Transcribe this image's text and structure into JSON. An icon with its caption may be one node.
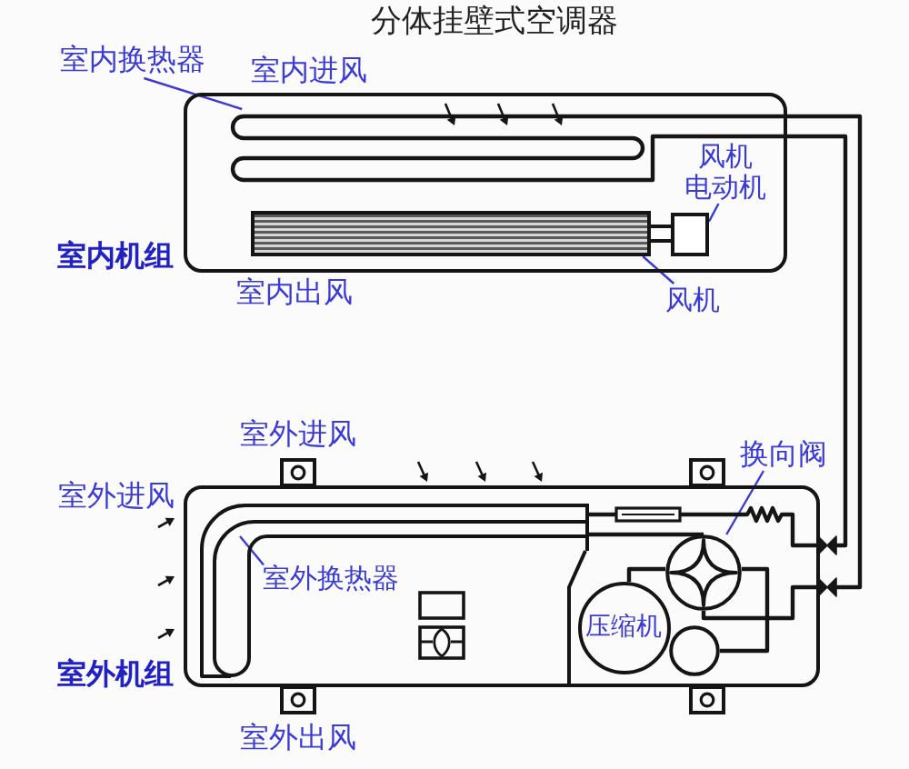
{
  "diagram": {
    "title": "分体挂壁式空调器",
    "nodes": [
      {
        "text": [
          "室内机组"
        ]
      },
      {
        "text": [
          "室内换热器"
        ]
      },
      {
        "text": [],
        "shape": "picture",
        "in": 0
      },
      {
        "text": [
          "风机电动机"
        ],
        "in": 0
      },
      {
        "text": [],
        "shape": "box",
        "in": 0
      },
      {
        "text": [],
        "shape": "bar",
        "in": 0
      },
      {
        "text": [
          "风机"
        ]
      },
      {
        "text": [
          "室外机组"
        ]
      },
      {
        "text": [
          "室外换热器"
        ],
        "in": 9
      },
      {
        "text": [],
        "shape": "picture",
        "in": 7
      },
      {
        "text": [
          "换向阀"
        ]
      },
      {
        "text": [],
        "shape": "circle",
        "in": 7
      },
      {
        "text": [
          "压缩机"
        ],
        "in": 7
      },
      {
        "text": [],
        "shape": "circle",
        "in": 7
      },
      {
        "text": [],
        "shape": "valve"
      },
      {
        "text": [],
        "shape": "valve"
      }
    ],
    "edges": [
      {
        "from": 1,
        "to": 2,
        "arrow": "none",
        "color": "#3a3ad6"
      },
      {
        "from": 3,
        "to": 4,
        "arrow": "none",
        "color": "#3a3ad6"
      },
      {
        "from": 6,
        "to": 5,
        "arrow": "none",
        "color": "#3a3ad6"
      },
      {
        "from": 5,
        "to": 4,
        "arrow": "none"
      },
      {
        "from": 2,
        "to": 15,
        "arrow": "none"
      },
      {
        "from": 2,
        "to": 14,
        "arrow": "none"
      },
      {
        "from": 8,
        "to": 9,
        "arrow": "none",
        "color": "#3a3ad6"
      },
      {
        "from": 10,
        "to": 11,
        "arrow": "none",
        "color": "#3a3ad6"
      },
      {
        "from": 9,
        "to": 14,
        "arrow": "none"
      },
      {
        "from": 9,
        "to": 11,
        "arrow": "none"
      },
      {
        "from": 11,
        "to": 15,
        "arrow": "none"
      },
      {
        "from": 12,
        "to": 11,
        "arrow": "none"
      },
      {
        "from": 11,
        "to": 13,
        "arrow": "none"
      }
    ],
    "labels": [
      "室内进风",
      "室内出风",
      "室外进风",
      "室外进风",
      "室外出风"
    ]
  }
}
